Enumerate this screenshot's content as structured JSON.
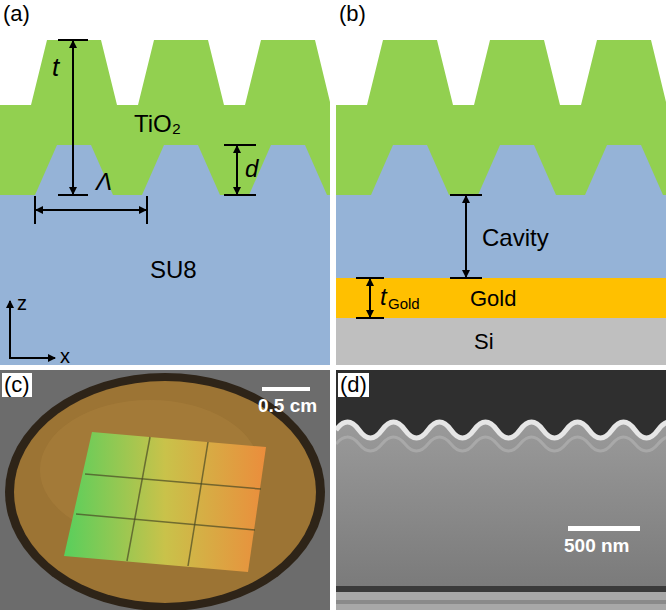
{
  "diagram": {
    "labels": [
      "(a)",
      "t",
      "TiO₂",
      "d",
      "Λ",
      "SU8",
      "z",
      "x",
      "(b)",
      "Cavity",
      "t",
      "Gold",
      "Gold",
      "Si",
      "(c)",
      "0.5 cm",
      "(d)",
      "500 nm"
    ]
  }
}
